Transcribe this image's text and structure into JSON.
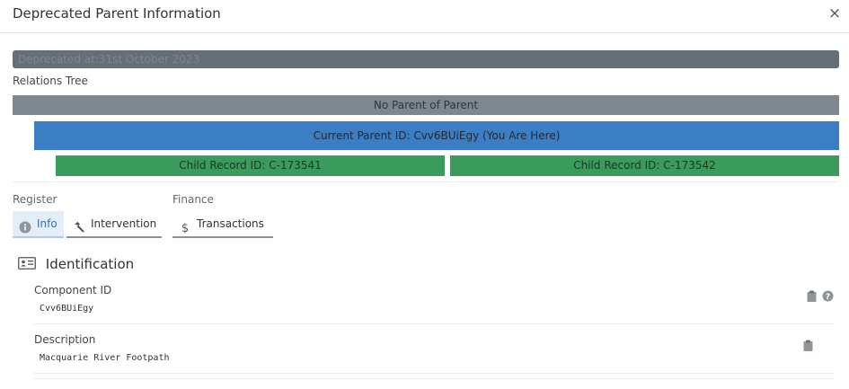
{
  "modal": {
    "title": "Deprecated Parent Information",
    "close_symbol": "×",
    "deprecated_text": "Deprecated at:31st October 2023"
  },
  "tree": {
    "label": "Relations Tree",
    "no_parent": "No Parent of Parent",
    "current_parent": "Current Parent ID: Cvv6BUiEgy (You Are Here)",
    "children": [
      "Child Record ID: C-173541",
      "Child Record ID: C-173542"
    ]
  },
  "tab_groups": [
    {
      "label": "Register",
      "tabs": [
        {
          "label": "Info",
          "icon": "info-icon",
          "active": true
        },
        {
          "label": "Intervention",
          "icon": "hammer-icon",
          "active": false
        }
      ]
    },
    {
      "label": "Finance",
      "tabs": [
        {
          "label": "Transactions",
          "icon": "dollar-icon",
          "active": false
        }
      ]
    }
  ],
  "section": {
    "title": "Identification",
    "icon": "id-card-icon",
    "fields": [
      {
        "label": "Component ID",
        "value": "Cvv6BUiEgy",
        "actions": [
          "clipboard-icon",
          "help-icon"
        ]
      },
      {
        "label": "Description",
        "value": "Macquarie River Footpath",
        "actions": [
          "clipboard-icon"
        ]
      }
    ]
  },
  "colors": {
    "deprecated_bar": "#656f78",
    "no_parent": "#7d878f",
    "current_parent": "#3b7ec4",
    "child": "#3a9b5c",
    "active_tab": "#e3eef9"
  }
}
